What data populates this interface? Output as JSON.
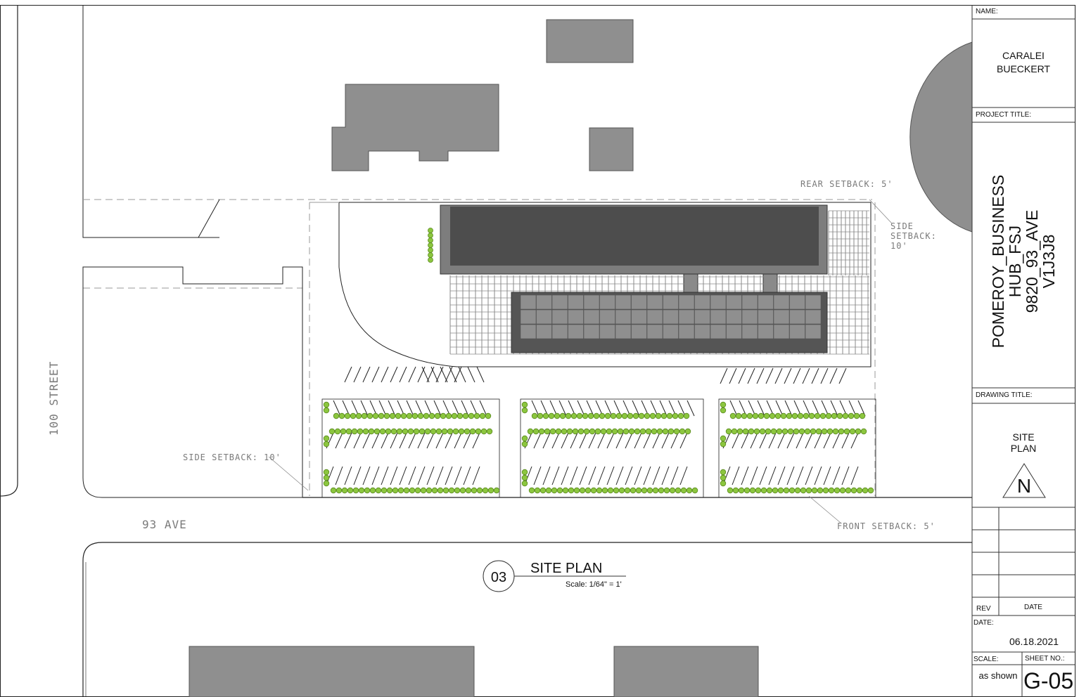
{
  "title_block": {
    "name_label": "NAME:",
    "name_line1": "CARALEI",
    "name_line2": "BUECKERT",
    "project_title_label": "PROJECT TITLE:",
    "project_line1": "POMEROY_BUSINESS",
    "project_line2": "HUB_FSJ",
    "project_line3": "9820_93_AVE",
    "project_line4": "V1J3J8",
    "drawing_title_label": "DRAWING TITLE:",
    "drawing_line1": "SITE",
    "drawing_line2": "PLAN",
    "north_letter": "N",
    "rev_label": "REV",
    "date_col_label": "DATE",
    "date_label": "DATE:",
    "date_value": "06.18.2021",
    "scale_label": "SCALE:",
    "scale_value": "as shown",
    "sheet_label": "SHEET NO.:",
    "sheet_value": "G-05"
  },
  "plan": {
    "street_100": "100  STREET",
    "ave_93": "93  AVE",
    "rear_setback": "REAR SETBACK: 5'",
    "side_setback_right_1": "SIDE",
    "side_setback_right_2": "SETBACK:",
    "side_setback_right_3": "10'",
    "side_setback_left": "SIDE SETBACK: 10'",
    "front_setback": "FRONT SETBACK: 5'",
    "callout_number": "03",
    "callout_title": "SITE PLAN",
    "callout_scale": "Scale: 1/64\" = 1'"
  },
  "colors": {
    "building_neighbor": "#8f8f8f",
    "building_roof_dark": "#4d4d4d",
    "building_roof_frame": "#7d7d7d",
    "canopy_grid": "#8a8a8a",
    "shrub": "#8cc63f"
  }
}
